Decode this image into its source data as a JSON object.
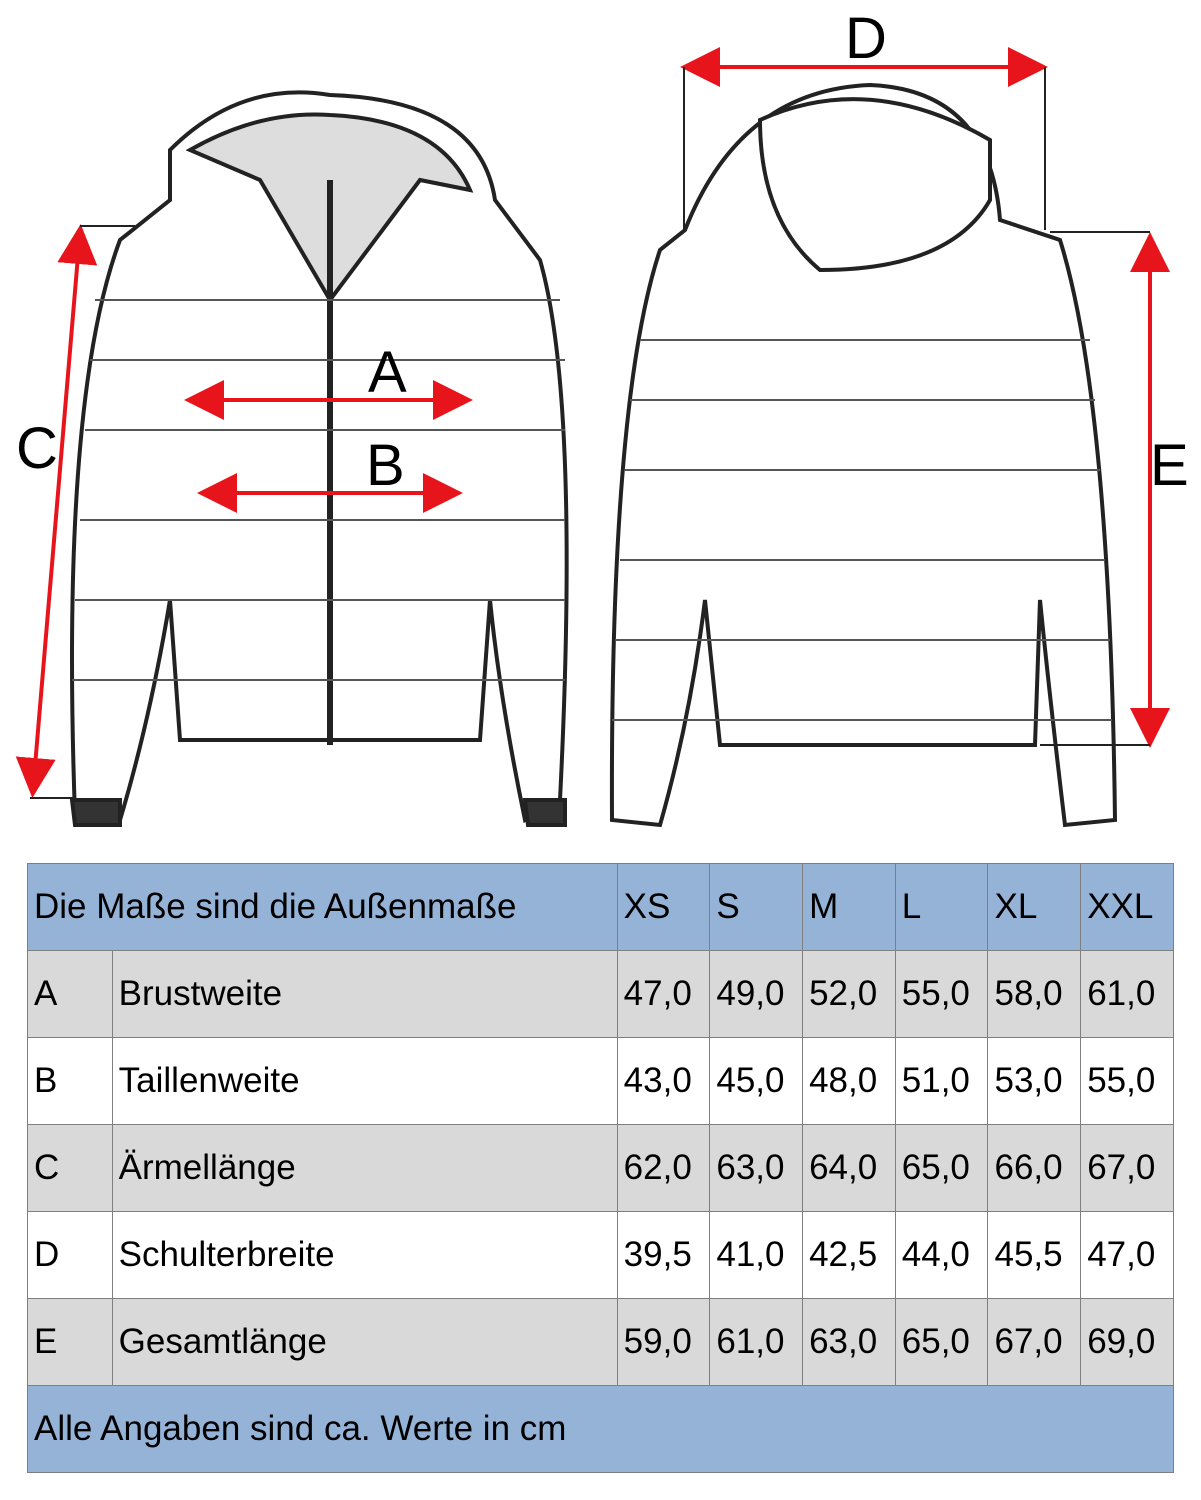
{
  "diagram": {
    "labels": [
      "A",
      "B",
      "C",
      "D",
      "E"
    ],
    "arrow_color": "#e8141c"
  },
  "table": {
    "header": "Die Maße sind die Außenmaße",
    "sizes": [
      "XS",
      "S",
      "M",
      "L",
      "XL",
      "XXL"
    ],
    "rows": [
      {
        "code": "A",
        "name": "Brustweite",
        "values": [
          "47,0",
          "49,0",
          "52,0",
          "55,0",
          "58,0",
          "61,0"
        ]
      },
      {
        "code": "B",
        "name": "Taillenweite",
        "values": [
          "43,0",
          "45,0",
          "48,0",
          "51,0",
          "53,0",
          "55,0"
        ]
      },
      {
        "code": "C",
        "name": "Ärmellänge",
        "values": [
          "62,0",
          "63,0",
          "64,0",
          "65,0",
          "66,0",
          "67,0"
        ]
      },
      {
        "code": "D",
        "name": "Schulterbreite",
        "values": [
          "39,5",
          "41,0",
          "42,5",
          "44,0",
          "45,5",
          "47,0"
        ]
      },
      {
        "code": "E",
        "name": "Gesamtlänge",
        "values": [
          "59,0",
          "61,0",
          "63,0",
          "65,0",
          "67,0",
          "69,0"
        ]
      }
    ],
    "footer": "Alle Angaben sind ca. Werte in cm",
    "colors": {
      "header": "#95b3d7",
      "row_alt": "#d9d9d9"
    }
  }
}
